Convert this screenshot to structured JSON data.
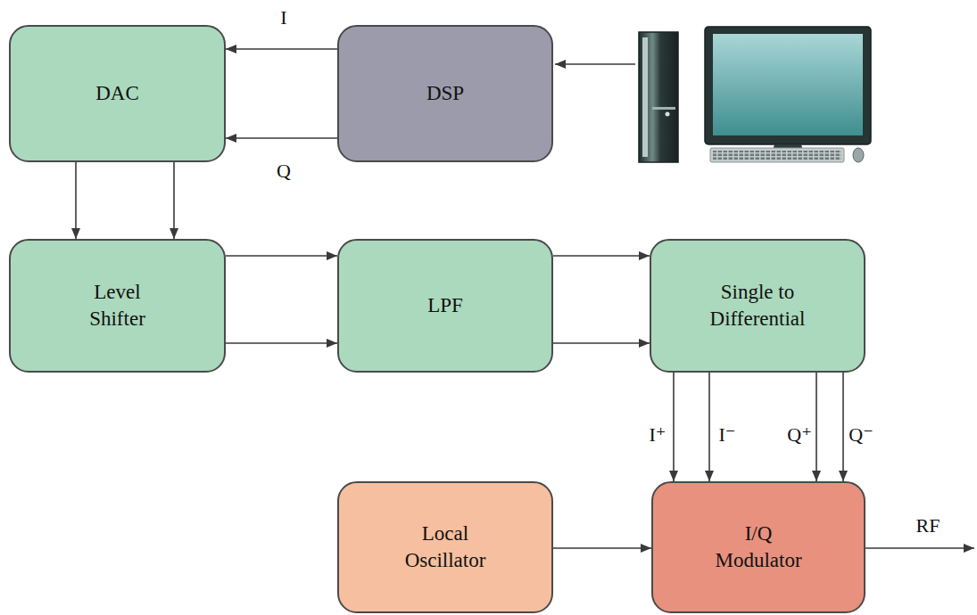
{
  "diagram": {
    "nodes": [
      {
        "text": [
          "DAC"
        ]
      },
      {
        "text": [
          "DSP"
        ]
      },
      {
        "text": [
          "Level Shifter"
        ]
      },
      {
        "text": [
          "LPF"
        ]
      },
      {
        "text": [
          "Single to Differential"
        ]
      },
      {
        "text": [
          "Local Oscillator"
        ]
      },
      {
        "text": [
          "I/Q Modulator"
        ]
      }
    ],
    "edges": [
      {
        "from": 1,
        "to": 0,
        "arrow": "to",
        "label": "I"
      },
      {
        "from": 1,
        "to": 0,
        "arrow": "to",
        "label": "Q"
      },
      {
        "from": 0,
        "to": 2,
        "arrow": "to"
      },
      {
        "from": 0,
        "to": 2,
        "arrow": "to"
      },
      {
        "from": 2,
        "to": 3,
        "arrow": "to"
      },
      {
        "from": 2,
        "to": 3,
        "arrow": "to"
      },
      {
        "from": 3,
        "to": 4,
        "arrow": "to"
      },
      {
        "from": 3,
        "to": 4,
        "arrow": "to"
      },
      {
        "from": 4,
        "to": 6,
        "arrow": "to",
        "label": "I⁺"
      },
      {
        "from": 4,
        "to": 6,
        "arrow": "to",
        "label": "I⁻"
      },
      {
        "from": 4,
        "to": 6,
        "arrow": "to",
        "label": "Q⁺"
      },
      {
        "from": 4,
        "to": 6,
        "arrow": "to",
        "label": "Q⁻"
      },
      {
        "from": 5,
        "to": 6,
        "arrow": "to"
      }
    ],
    "labels": [
      "RF"
    ]
  }
}
